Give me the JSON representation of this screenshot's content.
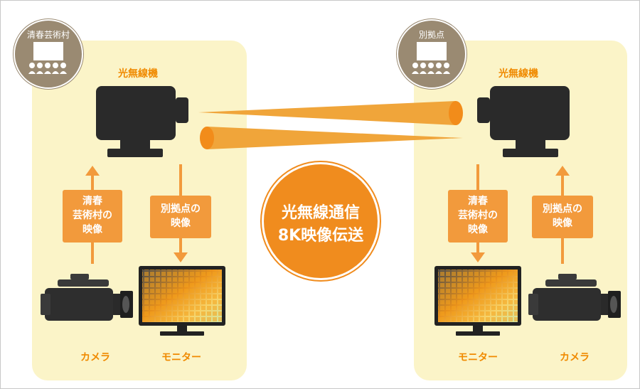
{
  "left": {
    "badge": "清春芸術村",
    "device": "光無線機",
    "up_box": [
      "清春",
      "芸術村の",
      "映像"
    ],
    "down_box": [
      "別拠点の",
      "映像"
    ],
    "camera_label": "カメラ",
    "monitor_label": "モニター"
  },
  "right": {
    "badge": "別拠点",
    "device": "光無線機",
    "down_box": [
      "清春",
      "芸術村の",
      "映像"
    ],
    "up_box": [
      "別拠点の",
      "映像"
    ],
    "camera_label": "カメラ",
    "monitor_label": "モニター"
  },
  "center": {
    "line1": "光無線通信",
    "line2": "8K映像伝送"
  },
  "colors": {
    "panel": "#fbf4c8",
    "accent": "#f08c1e",
    "badge": "#9a8a72",
    "device": "#2a2a2a"
  }
}
